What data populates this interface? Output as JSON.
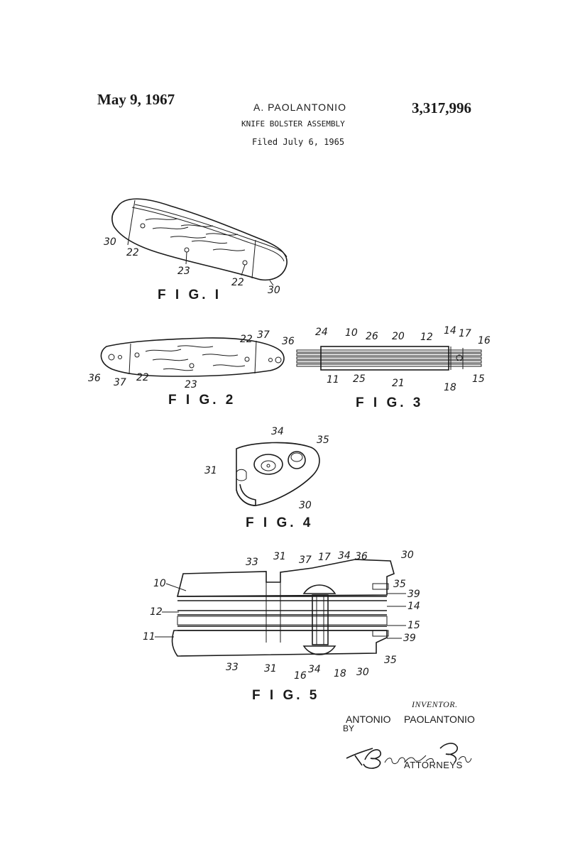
{
  "header": {
    "date": "May 9, 1967",
    "inventor": "A. PAOLANTONIO",
    "patent_number": "3,317,996",
    "title": "KNIFE BOLSTER ASSEMBLY",
    "filed": "Filed July 6, 1965"
  },
  "figures": {
    "fig1": "F I G. I",
    "fig2": "F I G. 2",
    "fig3": "F I G. 3",
    "fig4": "F I G. 4",
    "fig5": "F I G. 5"
  },
  "refs": {
    "fig1": [
      "30",
      "22",
      "23",
      "22",
      "30"
    ],
    "fig2": [
      "22",
      "37",
      "36",
      "36",
      "37",
      "22",
      "23"
    ],
    "fig3": [
      "24",
      "10",
      "26",
      "20",
      "12",
      "14",
      "17",
      "16",
      "11",
      "25",
      "21",
      "18",
      "15"
    ],
    "fig4": [
      "34",
      "35",
      "31",
      "30"
    ],
    "fig5": [
      "33",
      "31",
      "37",
      "17",
      "34",
      "36",
      "30",
      "10",
      "35",
      "39",
      "12",
      "14",
      "15",
      "11",
      "39",
      "33",
      "31",
      "16",
      "34",
      "18",
      "30",
      "35"
    ]
  },
  "signature_block": {
    "inventor_label": "INVENTOR.",
    "inventor_first": "ANTONIO",
    "inventor_last": "PAOLANTONIO",
    "by": "BY",
    "signature": "Barlow & Barlow",
    "attorneys": "ATTORNEYS"
  }
}
